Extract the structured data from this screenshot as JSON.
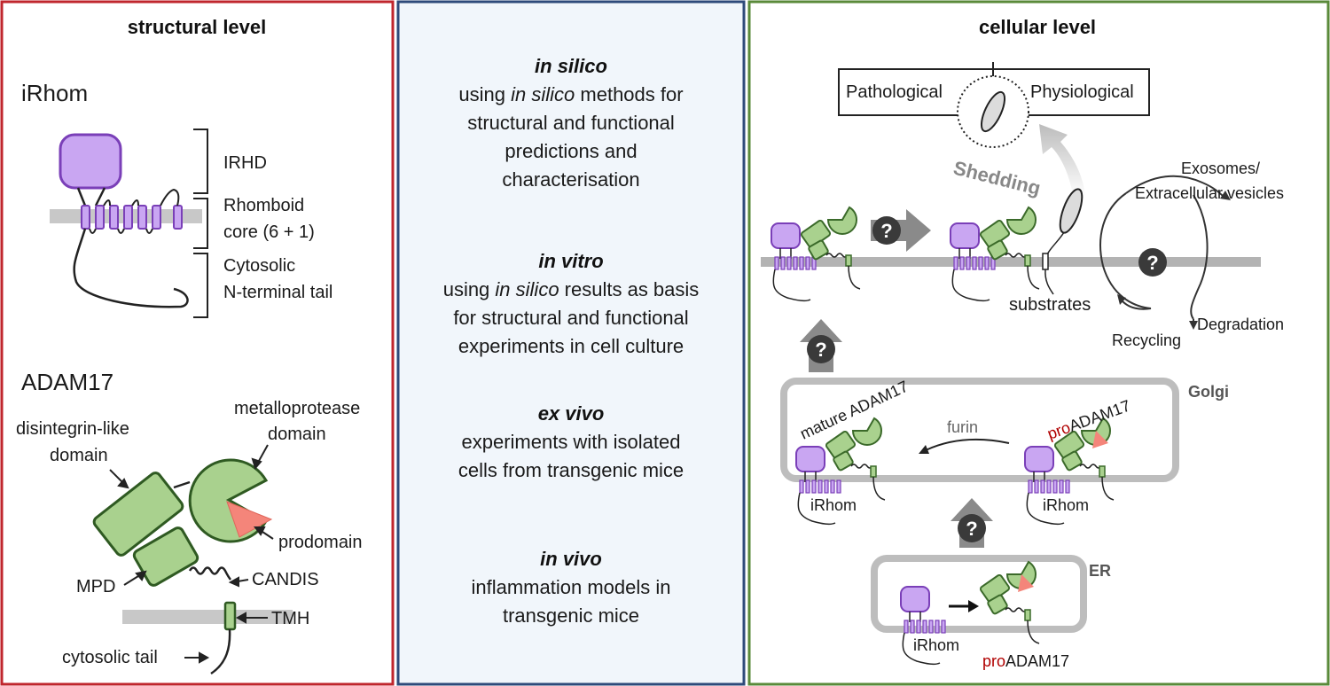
{
  "left_panel": {
    "title": "structural level",
    "irhom": {
      "heading": "iRhom",
      "irhd": "IRHD",
      "rhomboid_line1": "Rhomboid",
      "rhomboid_line2": "core (6 + 1)",
      "tail_line1": "Cytosolic",
      "tail_line2": "N-terminal tail"
    },
    "adam17": {
      "heading": "ADAM17",
      "metallo_line1": "metalloprotease",
      "metallo_line2": "domain",
      "disint_line1": "disintegrin-like",
      "disint_line2": "domain",
      "prodomain": "prodomain",
      "mpd": "MPD",
      "candis": "CANDIS",
      "tmh": "TMH",
      "cyto_tail": "cytosolic tail"
    }
  },
  "middle_panel": {
    "sections": [
      {
        "heading": "in silico",
        "lines": [
          [
            "using ",
            "in silico",
            " methods for"
          ],
          [
            "structural and functional"
          ],
          [
            "predictions and"
          ],
          [
            "characterisation"
          ]
        ]
      },
      {
        "heading": "in vitro",
        "lines": [
          [
            "using ",
            "in silico",
            " results as basis"
          ],
          [
            "for structural and functional"
          ],
          [
            "experiments in cell culture"
          ]
        ]
      },
      {
        "heading": "ex vivo",
        "lines": [
          [
            "experiments with isolated"
          ],
          [
            "cells from transgenic mice"
          ]
        ]
      },
      {
        "heading": "in vivo",
        "lines": [
          [
            "inflammation models in"
          ],
          [
            "transgenic mice"
          ]
        ]
      }
    ]
  },
  "right_panel": {
    "title": "cellular level",
    "pathological": "Pathological",
    "physiological": "Physiological",
    "shedding": "Shedding",
    "exosomes_line1": "Exosomes/",
    "exosomes_line2": "Extracellular vesicles",
    "substrates": "substrates",
    "recycling": "Recycling",
    "degradation": "Degradation",
    "golgi": "Golgi",
    "er": "ER",
    "mature_adam17": "mature ADAM17",
    "furin": "furin",
    "pro_prefix": "pro",
    "adam17": "ADAM17",
    "irhom": "iRhom",
    "question": "?"
  },
  "colors": {
    "left_border": "#c0262d",
    "middle_border": "#2e4a7a",
    "middle_bg": "#f1f6fb",
    "right_border": "#5a8a3a",
    "irhom_purple": "#c9a6f2",
    "irhom_stroke": "#7a3fb8",
    "adam_green": "#a9d18e",
    "adam_stroke": "#3b6a2a",
    "prodomain_red": "#f4857a",
    "membrane_gray": "#c8c8c8"
  }
}
